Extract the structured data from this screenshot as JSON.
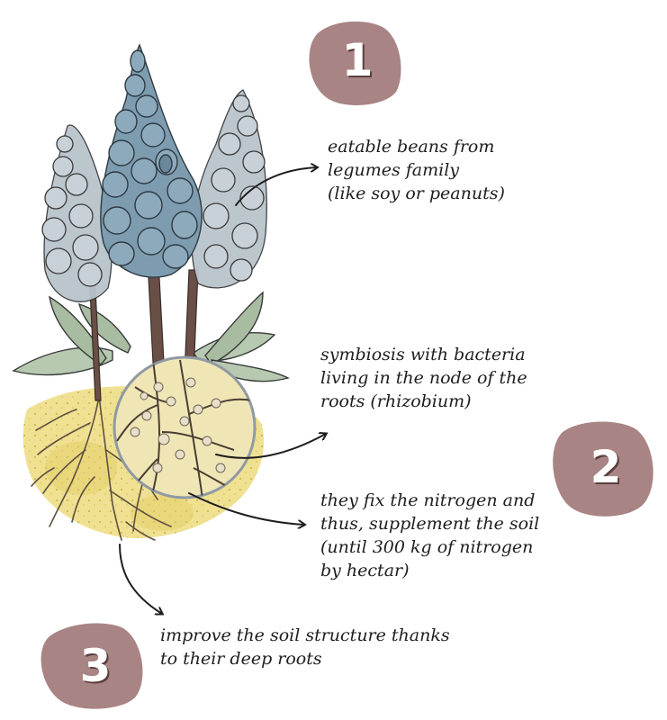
{
  "colors": {
    "badge": "#a98484",
    "flower_blue": "#7e9cb0",
    "flower_grey": "#b9c3cb",
    "leaf": "#a7bca0",
    "stem": "#6a4f47",
    "soil": "#ecdc7e",
    "root": "#5e5040",
    "ink": "#1e1e1e"
  },
  "badges": [
    {
      "number": "1"
    },
    {
      "number": "2"
    },
    {
      "number": "3"
    }
  ],
  "notes": {
    "beans": [
      "eatable beans from",
      "legumes family",
      "(like soy or peanuts)"
    ],
    "symbiosis": [
      "symbiosis with bacteria",
      "living in the node of the",
      "roots (rhizobium)"
    ],
    "nitrogen": [
      "they fix the nitrogen and",
      "thus, supplement the soil",
      "(until 300 kg of nitrogen",
      "by hectar)"
    ],
    "soil": [
      "improve the soil structure thanks",
      "to their deep roots"
    ]
  }
}
